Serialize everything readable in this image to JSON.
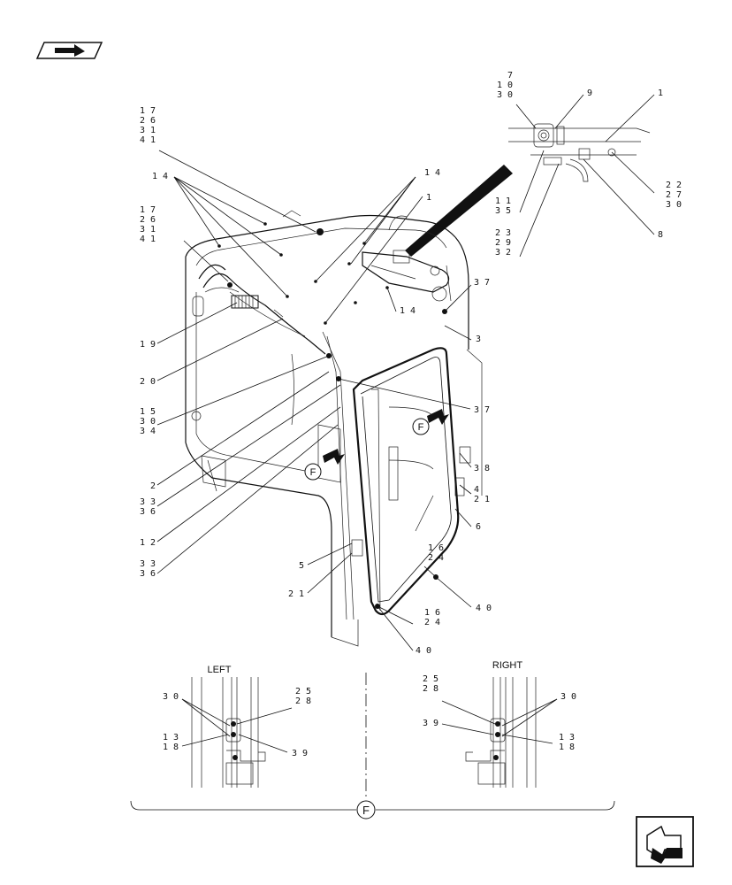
{
  "header": {
    "nav_icon": "book-arrow-icon"
  },
  "footer": {
    "next_icon": "arrow-right-icon"
  },
  "view_letter": "F",
  "details": {
    "left_title": "LEFT",
    "right_title": "RIGHT"
  },
  "callouts": [
    {
      "id": "c-top-7-10-30",
      "lines": [
        "7",
        "10",
        "30"
      ]
    },
    {
      "id": "c-top-9",
      "lines": [
        "9"
      ]
    },
    {
      "id": "c-top-1",
      "lines": [
        "1"
      ]
    },
    {
      "id": "c-top-22-27-30",
      "lines": [
        "22",
        "27",
        "30"
      ]
    },
    {
      "id": "c-top-11-35",
      "lines": [
        "11",
        "35"
      ]
    },
    {
      "id": "c-top-23-29-32",
      "lines": [
        "23",
        "29",
        "32"
      ]
    },
    {
      "id": "c-top-8",
      "lines": [
        "8"
      ]
    },
    {
      "id": "c-17-26-31-41-a",
      "lines": [
        "17",
        "26",
        "31",
        "41"
      ]
    },
    {
      "id": "c-14-left",
      "lines": [
        "14"
      ]
    },
    {
      "id": "c-17-26-31-41-b",
      "lines": [
        "17",
        "26",
        "31",
        "41"
      ]
    },
    {
      "id": "c-14-right",
      "lines": [
        "14"
      ]
    },
    {
      "id": "c-1-main",
      "lines": [
        "1"
      ]
    },
    {
      "id": "c-14-mid",
      "lines": [
        "14"
      ]
    },
    {
      "id": "c-37-upper",
      "lines": [
        "37"
      ]
    },
    {
      "id": "c-3",
      "lines": [
        "3"
      ]
    },
    {
      "id": "c-19",
      "lines": [
        "19"
      ]
    },
    {
      "id": "c-20",
      "lines": [
        "20"
      ]
    },
    {
      "id": "c-15-30-34",
      "lines": [
        "15",
        "30",
        "34"
      ]
    },
    {
      "id": "c-37-lower",
      "lines": [
        "37"
      ]
    },
    {
      "id": "c-2",
      "lines": [
        "2"
      ]
    },
    {
      "id": "c-33-36-a",
      "lines": [
        "33",
        "36"
      ]
    },
    {
      "id": "c-12",
      "lines": [
        "12"
      ]
    },
    {
      "id": "c-33-36-b",
      "lines": [
        "33",
        "36"
      ]
    },
    {
      "id": "c-38",
      "lines": [
        "38"
      ]
    },
    {
      "id": "c-4-21",
      "lines": [
        "4",
        "21"
      ]
    },
    {
      "id": "c-6",
      "lines": [
        "6"
      ]
    },
    {
      "id": "c-16-24-a",
      "lines": [
        "16",
        "24"
      ]
    },
    {
      "id": "c-5",
      "lines": [
        "5"
      ]
    },
    {
      "id": "c-21",
      "lines": [
        "21"
      ]
    },
    {
      "id": "c-40-a",
      "lines": [
        "40"
      ]
    },
    {
      "id": "c-16-24-b",
      "lines": [
        "16",
        "24"
      ]
    },
    {
      "id": "c-40-b",
      "lines": [
        "40"
      ]
    },
    {
      "id": "c-left-30",
      "lines": [
        "30"
      ]
    },
    {
      "id": "c-left-25-28",
      "lines": [
        "25",
        "28"
      ]
    },
    {
      "id": "c-left-13-18",
      "lines": [
        "13",
        "18"
      ]
    },
    {
      "id": "c-left-39",
      "lines": [
        "39"
      ]
    },
    {
      "id": "c-right-25-28",
      "lines": [
        "25",
        "28"
      ]
    },
    {
      "id": "c-right-30",
      "lines": [
        "30"
      ]
    },
    {
      "id": "c-right-39",
      "lines": [
        "39"
      ]
    },
    {
      "id": "c-right-13-18",
      "lines": [
        "13",
        "18"
      ]
    }
  ]
}
